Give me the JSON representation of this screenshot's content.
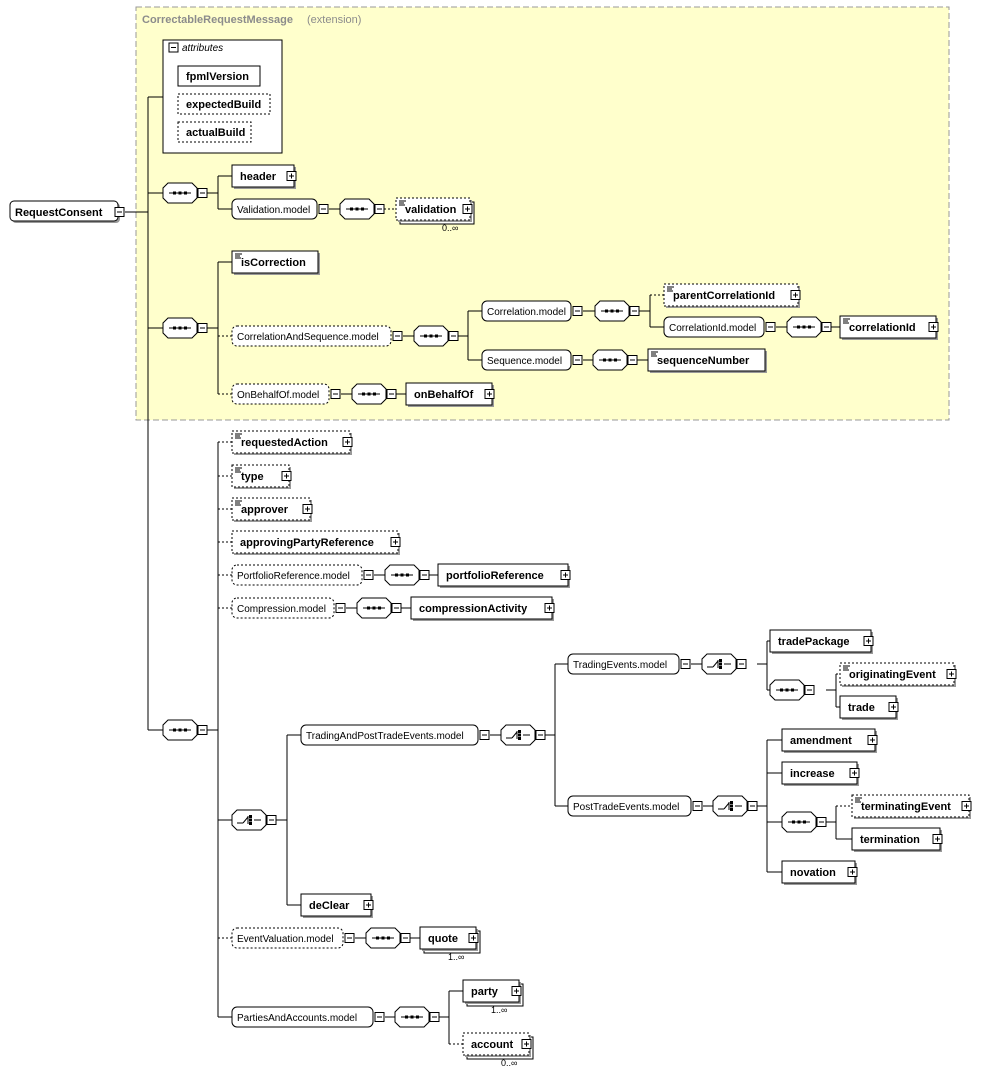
{
  "extension": {
    "base": "CorrectableRequestMessage",
    "note": "(extension)"
  },
  "attributes_group": {
    "label": "attributes",
    "items": [
      "fpmlVersion",
      "expectedBuild",
      "actualBuild"
    ]
  },
  "root": {
    "name": "RequestConsent"
  },
  "elements": {
    "header": "header",
    "validation_model": "Validation.model",
    "validation": "validation",
    "validation_occurs": "0..∞",
    "isCorrection": "isCorrection",
    "correlation_and_sequence_model": "CorrelationAndSequence.model",
    "correlation_model": "Correlation.model",
    "parentCorrelationId": "parentCorrelationId",
    "correlationId_model": "CorrelationId.model",
    "correlationId": "correlationId",
    "sequence_model": "Sequence.model",
    "sequenceNumber": "sequenceNumber",
    "onBehalfOf_model": "OnBehalfOf.model",
    "onBehalfOf": "onBehalfOf",
    "requestedAction": "requestedAction",
    "type": "type",
    "approver": "approver",
    "approvingPartyReference": "approvingPartyReference",
    "portfolioReference_model": "PortfolioReference.model",
    "portfolioReference": "portfolioReference",
    "compression_model": "Compression.model",
    "compressionActivity": "compressionActivity",
    "tradingAndPostTradeEvents_model": "TradingAndPostTradeEvents.model",
    "tradingEvents_model": "TradingEvents.model",
    "tradePackage": "tradePackage",
    "originatingEvent": "originatingEvent",
    "trade": "trade",
    "postTradeEvents_model": "PostTradeEvents.model",
    "amendment": "amendment",
    "increase": "increase",
    "terminatingEvent": "terminatingEvent",
    "termination": "termination",
    "novation": "novation",
    "deClear": "deClear",
    "eventValuation_model": "EventValuation.model",
    "quote": "quote",
    "quote_occurs": "1..∞",
    "partiesAndAccounts_model": "PartiesAndAccounts.model",
    "party": "party",
    "party_occurs": "1..∞",
    "account": "account",
    "account_occurs": "0..∞"
  },
  "colors": {
    "extension_fill": "#ffffcc",
    "extension_border": "#999999",
    "line": "#000000",
    "box_fill": "#ffffff",
    "shadow": "#999999"
  }
}
